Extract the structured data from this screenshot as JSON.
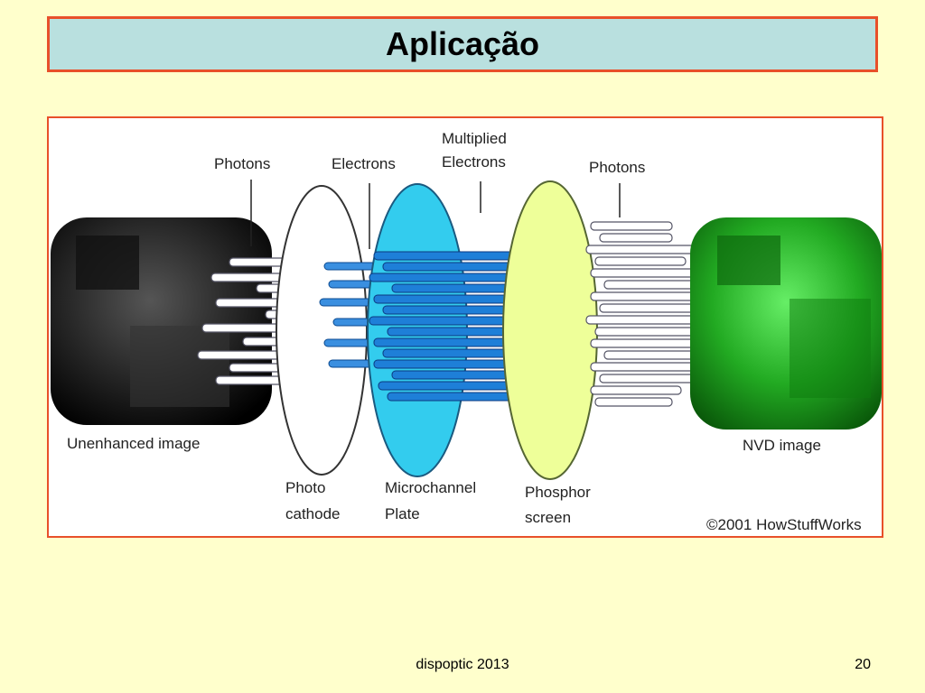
{
  "slide": {
    "title": "Aplicação",
    "footer_text": "dispoptic 2013",
    "page_number": "20"
  },
  "diagram": {
    "labels": {
      "photons_left": "Photons",
      "electrons": "Electrons",
      "multiplied_line1": "Multiplied",
      "multiplied_line2": "Electrons",
      "photons_right": "Photons",
      "unenhanced": "Unenhanced image",
      "photo_line1": "Photo",
      "photo_line2": "cathode",
      "micro_line1": "Microchannel",
      "micro_line2": "Plate",
      "phosphor_line1": "Phosphor",
      "phosphor_line2": "screen",
      "nvd": "NVD image",
      "copyright": "©2001 HowStuffWorks"
    },
    "colors": {
      "border": "#E8502A",
      "title_bg": "#B9E0DF",
      "slide_bg": "#FFFFCC",
      "microchannel": "#33CCEE",
      "phosphor": "#EEFF99",
      "electron_rods": "#1E7FD8",
      "nvd_image": "#22BB22"
    }
  }
}
